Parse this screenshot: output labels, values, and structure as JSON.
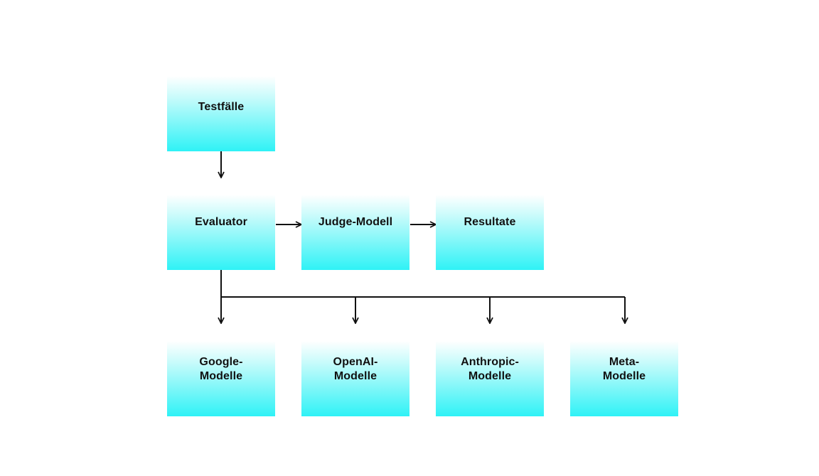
{
  "diagram": {
    "nodes": {
      "testfaelle": "Testfälle",
      "evaluator": "Evaluator",
      "judge_modell": "Judge-Modell",
      "resultate": "Resultate",
      "google_modelle": "Google-\nModelle",
      "openai_modelle": "OpenAI-\nModelle",
      "anthropic_modelle": "Anthropic-\nModelle",
      "meta_modelle": "Meta-\nModelle"
    },
    "edges": [
      [
        "testfaelle",
        "evaluator"
      ],
      [
        "evaluator",
        "judge_modell"
      ],
      [
        "judge_modell",
        "resultate"
      ],
      [
        "evaluator",
        "google_modelle"
      ],
      [
        "evaluator",
        "openai_modelle"
      ],
      [
        "evaluator",
        "anthropic_modelle"
      ],
      [
        "evaluator",
        "meta_modelle"
      ]
    ],
    "colors": {
      "box_top": "#ffffff",
      "box_bottom": "#2ff2f6",
      "line": "#111111",
      "text": "#111111"
    }
  }
}
